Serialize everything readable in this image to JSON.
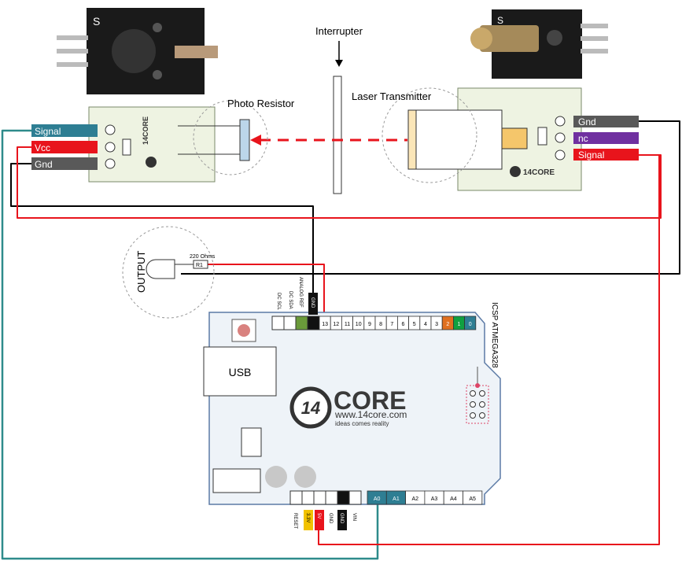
{
  "labels": {
    "interrupter": "Interrupter",
    "photo_resistor": "Photo Resistor",
    "laser_transmitter": "Laser Transmitter",
    "output": "OUTPUT",
    "resistor_value": "220 Ohms",
    "resistor_ref": "R1",
    "usb": "USB",
    "icsp": "ICSP ATMEGA328"
  },
  "sensor_module": {
    "pins": [
      "Signal",
      "Vcc",
      "Gnd"
    ],
    "module_logo": "14CORE",
    "photo_letter": "S"
  },
  "laser_module": {
    "pins": [
      "Gnd",
      "nc",
      "Signal"
    ],
    "module_logo": "14CORE",
    "photo_letter": "S"
  },
  "board": {
    "logo_number": "14",
    "logo_word": "CORE",
    "website": "www.14core.com",
    "tagline": "ideas comes reality",
    "top_header_labels": [
      "DC SCL",
      "DC SDA",
      "ANALOG REF",
      "GND"
    ],
    "digital_pins": [
      "13",
      "12",
      "11",
      "10",
      "9",
      "8",
      "7",
      "6",
      "5",
      "4",
      "3",
      "2",
      "1",
      "0"
    ],
    "analog_pins": [
      "A0",
      "A1",
      "A2",
      "A3",
      "A4",
      "A5"
    ],
    "power_header_labels": [
      "RESET",
      "3.3V",
      "5V",
      "GND",
      "GND",
      "VIN"
    ]
  },
  "colors": {
    "signal_teal": "#2e7e93",
    "vcc_red": "#e8141c",
    "gnd_gray": "#595959",
    "nc_purple": "#7030a0",
    "wire_black": "#000000",
    "wire_teal": "#2e8b8b",
    "wire_red": "#e8141c",
    "board_fill": "#eef3f8",
    "board_stroke": "#5b7aa5",
    "module_fill": "#eef3e2",
    "pin_orange": "#e07020",
    "pin_green": "#10a040",
    "header_green": "#6a9a3a"
  }
}
